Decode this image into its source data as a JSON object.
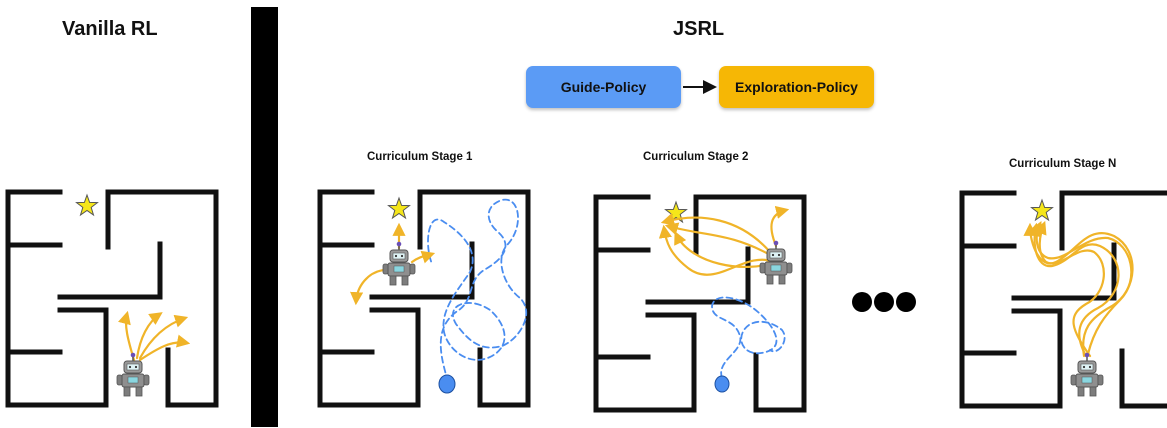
{
  "vanilla": {
    "title": "Vanilla RL"
  },
  "jsrl": {
    "title": "JSRL"
  },
  "guide_policy": {
    "label": "Guide-Policy",
    "color": "#5b9bf5"
  },
  "exploration_policy": {
    "label": "Exploration-Policy",
    "color": "#f6b705"
  },
  "stages": [
    "Curriculum Stage 1",
    "Curriculum Stage 2",
    "Curriculum Stage N"
  ],
  "colors": {
    "trajectory": "#f0b429",
    "exploration_path": "#4a8df0",
    "goal_star": "#f5e61a",
    "robot": "#8f8f8f",
    "wall": "#111111"
  }
}
